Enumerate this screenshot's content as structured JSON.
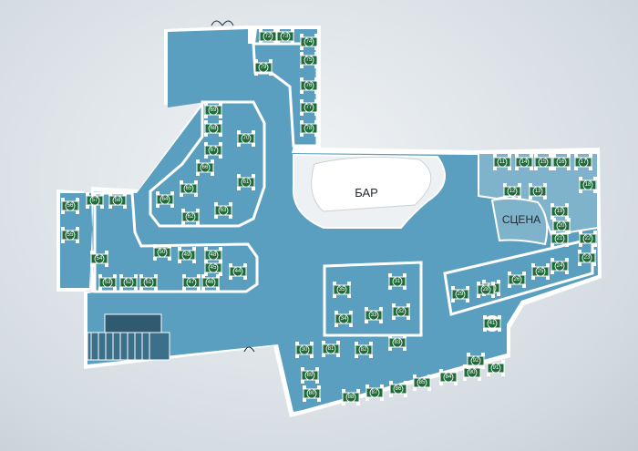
{
  "labels": {
    "bar": "БАР",
    "stage": "СЦЕНА"
  },
  "colors": {
    "floor": "#5b9fc0",
    "wall": "#ffffff",
    "table": "#1f6b3a",
    "bar": "#eef1f3"
  },
  "icons": [
    "door-icon",
    "stairs-icon",
    "compass-rose-icon"
  ],
  "tables": [
    {
      "id": "72"
    },
    {
      "id": "73"
    },
    {
      "id": "74"
    },
    {
      "id": "75"
    },
    {
      "id": "76"
    },
    {
      "id": "77"
    },
    {
      "id": "78"
    },
    {
      "id": "79"
    },
    {
      "id": "69"
    },
    {
      "id": "68"
    },
    {
      "id": "67"
    },
    {
      "id": "66"
    },
    {
      "id": "65"
    },
    {
      "id": "64"
    },
    {
      "id": "63"
    },
    {
      "id": "62"
    },
    {
      "id": "61"
    },
    {
      "id": "70"
    },
    {
      "id": "56"
    },
    {
      "id": "57"
    },
    {
      "id": "58"
    },
    {
      "id": "55"
    },
    {
      "id": "54"
    },
    {
      "id": "53"
    },
    {
      "id": "52"
    },
    {
      "id": "51"
    },
    {
      "id": "50"
    },
    {
      "id": "49"
    },
    {
      "id": "47"
    },
    {
      "id": "48"
    },
    {
      "id": "46"
    },
    {
      "id": "45"
    },
    {
      "id": "44"
    },
    {
      "id": "11"
    },
    {
      "id": "14"
    },
    {
      "id": "15"
    },
    {
      "id": "16"
    },
    {
      "id": "17"
    },
    {
      "id": "18"
    },
    {
      "id": "12"
    },
    {
      "id": "13"
    },
    {
      "id": "19"
    },
    {
      "id": "20"
    },
    {
      "id": "21"
    },
    {
      "id": "22"
    },
    {
      "id": "23"
    },
    {
      "id": "24"
    },
    {
      "id": "25"
    },
    {
      "id": "26"
    },
    {
      "id": "27"
    },
    {
      "id": "28"
    },
    {
      "id": "29"
    },
    {
      "id": "35"
    },
    {
      "id": "31"
    },
    {
      "id": "34"
    },
    {
      "id": "33"
    },
    {
      "id": "32"
    },
    {
      "id": "30"
    },
    {
      "id": "81"
    },
    {
      "id": "82"
    },
    {
      "id": "83"
    },
    {
      "id": "80"
    },
    {
      "id": "88"
    },
    {
      "id": "87"
    },
    {
      "id": "86"
    },
    {
      "id": "85"
    },
    {
      "id": "84"
    },
    {
      "id": "90"
    },
    {
      "id": "91"
    },
    {
      "id": "92"
    },
    {
      "id": "89"
    },
    {
      "id": "41"
    }
  ]
}
